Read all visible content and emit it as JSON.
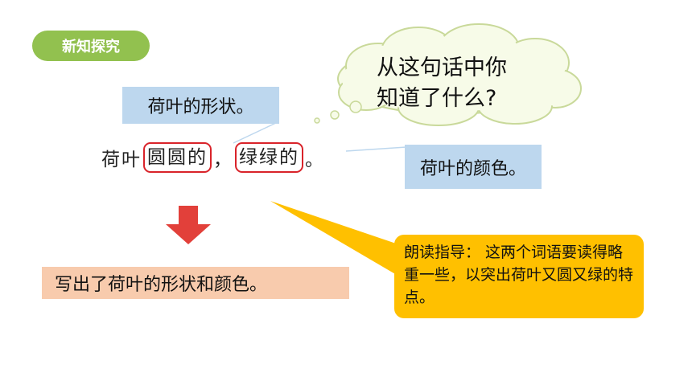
{
  "badge": {
    "label": "新知探究"
  },
  "cloud": {
    "line1": "从这句话中你",
    "line2": "知道了什么?"
  },
  "labels": {
    "shape": "荷叶的形状。",
    "color": "荷叶的颜色。"
  },
  "sentence": {
    "prefix": "荷叶",
    "word1": "圆圆的",
    "comma": "，",
    "word2": "绿绿的",
    "period": "。"
  },
  "summary": {
    "text": "写出了荷叶的形状和颜色。"
  },
  "callout": {
    "text": "朗读指导： 这两个词语要读得略重一些，以突出荷叶又圆又绿的特点。"
  },
  "colors": {
    "badge": "#92c14f",
    "label_blue": "#bdd7ee",
    "highlight_box": "#d9232a",
    "arrow": "#e2403a",
    "summary_bg": "#f8cbad",
    "callout_bg": "#ffc000",
    "cloud_bg": "#f7fbe8",
    "cloud_border": "#c9d99a"
  }
}
